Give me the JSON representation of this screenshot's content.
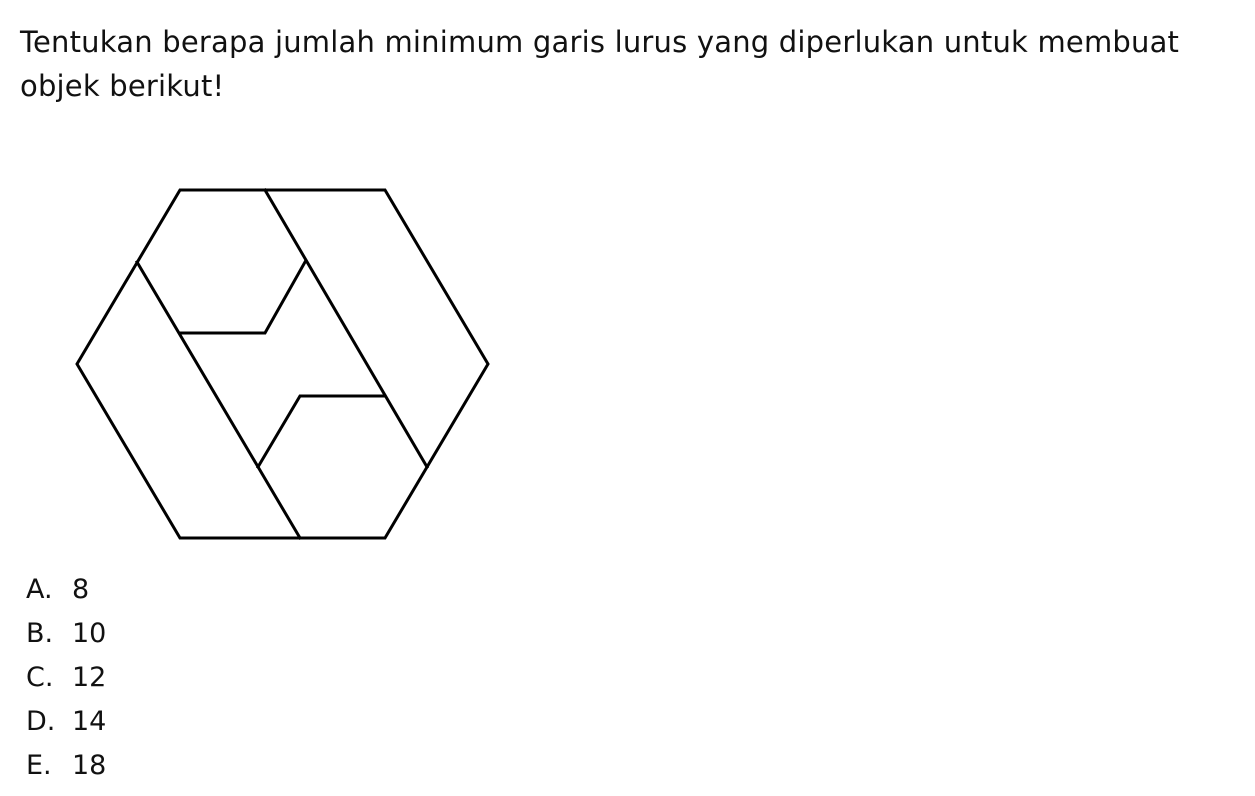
{
  "question": {
    "text": "Tentukan berapa jumlah minimum garis lurus yang diperlukan untuk membuat objek berikut!"
  },
  "figure": {
    "stroke_color": "#000000",
    "shape": "hexagon-line-figure"
  },
  "options": [
    {
      "letter": "A.",
      "value": "8"
    },
    {
      "letter": "B.",
      "value": "10"
    },
    {
      "letter": "C.",
      "value": "12"
    },
    {
      "letter": "D.",
      "value": "14"
    },
    {
      "letter": "E.",
      "value": "18"
    }
  ]
}
